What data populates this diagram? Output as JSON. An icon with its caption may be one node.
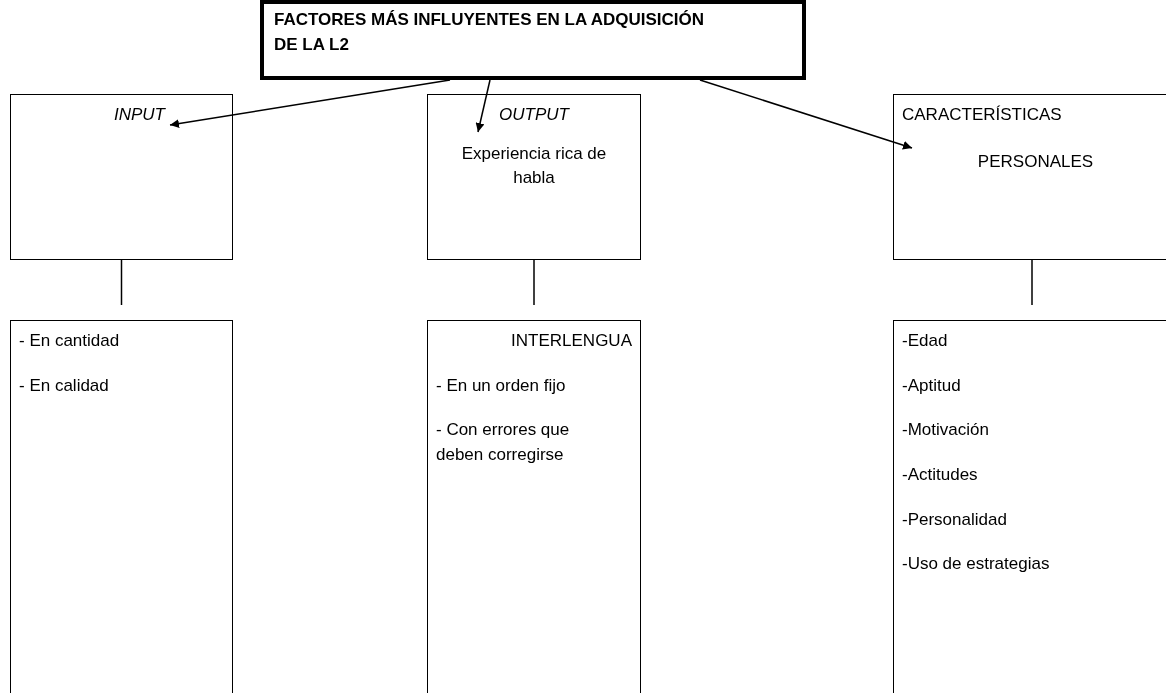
{
  "diagram": {
    "nodes": [
      {
        "text": [
          "FACTORES MÁS INFLUYENTES EN LA ADQUISICIÓN DE LA L2"
        ]
      },
      {
        "text": [
          "INPUT"
        ]
      },
      {
        "text": [
          "OUTPUT",
          "Experiencia rica de habla"
        ]
      },
      {
        "text": [
          "CARACTERÍSTICAS",
          "PERSONALES"
        ]
      },
      {
        "text": [
          "- En cantidad",
          "- En calidad"
        ]
      },
      {
        "text": [
          "INTERLENGUA",
          "- En un orden fijo",
          "- Con errores que deben corregirse"
        ]
      },
      {
        "text": [
          "-Edad",
          "-Aptitud",
          "-Motivación",
          "-Actitudes",
          "-Personalidad",
          "-Uso de estrategias"
        ]
      }
    ],
    "edges": [
      {
        "from": 0,
        "to": 1,
        "arrow": "to"
      },
      {
        "from": 0,
        "to": 2,
        "arrow": "to"
      },
      {
        "from": 0,
        "to": 3,
        "arrow": "to"
      },
      {
        "from": 1,
        "to": 4,
        "arrow": "none"
      },
      {
        "from": 2,
        "to": 5,
        "arrow": "none"
      },
      {
        "from": 3,
        "to": 6,
        "arrow": "none"
      }
    ]
  }
}
